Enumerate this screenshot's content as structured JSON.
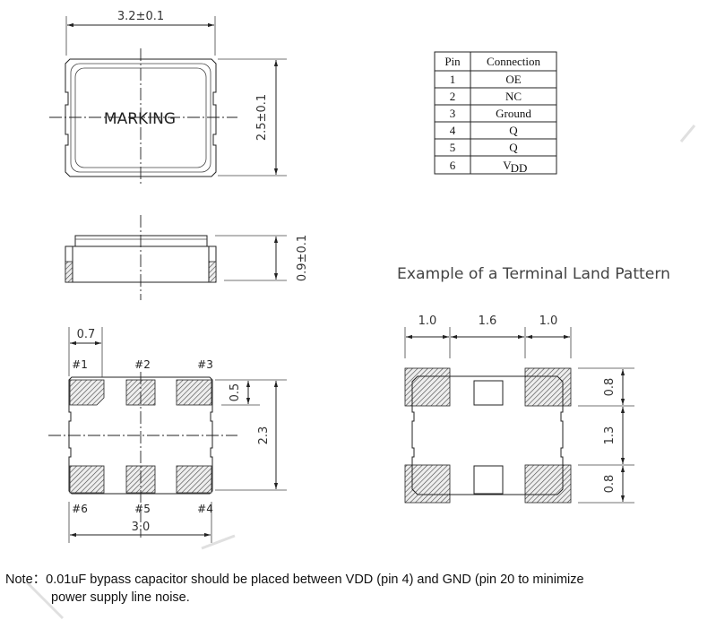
{
  "top_view": {
    "width_dim": "3.2±0.1",
    "height_dim": "2.5±0.1",
    "marking": "MARKING"
  },
  "side_view": {
    "thickness_dim": "0.9±0.1"
  },
  "bottom_view": {
    "pad_width_dim": "0.7",
    "pad_height_dim": "0.5",
    "pad_span_dim": "2.3",
    "length_dim": "3.0",
    "pin_labels_top": [
      "#1",
      "#2",
      "#3"
    ],
    "pin_labels_bottom": [
      "#6",
      "#5",
      "#4"
    ]
  },
  "land_pattern": {
    "title": "Example of a Terminal Land Pattern",
    "horizontal_dims": [
      "1.0",
      "1.6",
      "1.0"
    ],
    "vertical_dims": [
      "0.8",
      "1.3",
      "0.8"
    ]
  },
  "pin_table": {
    "headers": [
      "Pin",
      "Connection"
    ],
    "rows": [
      {
        "pin": "1",
        "connection": "OE"
      },
      {
        "pin": "2",
        "connection": "NC"
      },
      {
        "pin": "3",
        "connection": "Ground"
      },
      {
        "pin": "4",
        "connection": "Q"
      },
      {
        "pin": "5",
        "connection": "Q"
      },
      {
        "pin": "6",
        "connection": "V",
        "sub": "DD"
      }
    ]
  },
  "note": {
    "line1": "Note：0.01uF bypass capacitor should be placed between VDD (pin 4) and GND (pin 20 to minimize",
    "line2": "power supply line noise."
  }
}
